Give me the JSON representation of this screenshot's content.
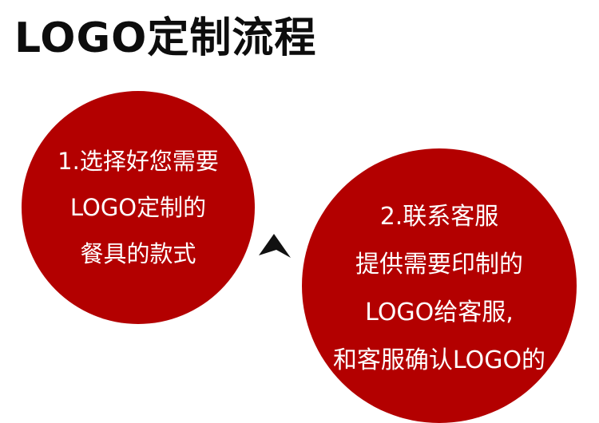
{
  "title": "LOGO定制流程",
  "colors": {
    "circle": "#b30000",
    "arrow": "#111111",
    "title": "#0d0d0d"
  },
  "step1": {
    "lines": [
      "1.选择好您需要",
      "LOGO定制的",
      "餐具的款式"
    ]
  },
  "step2": {
    "lines": [
      "2.联系客服",
      "提供需要印制的",
      "LOGO给客服,",
      "和客服确认LOGO的"
    ]
  },
  "arrow_icon": "arrow-right-icon"
}
